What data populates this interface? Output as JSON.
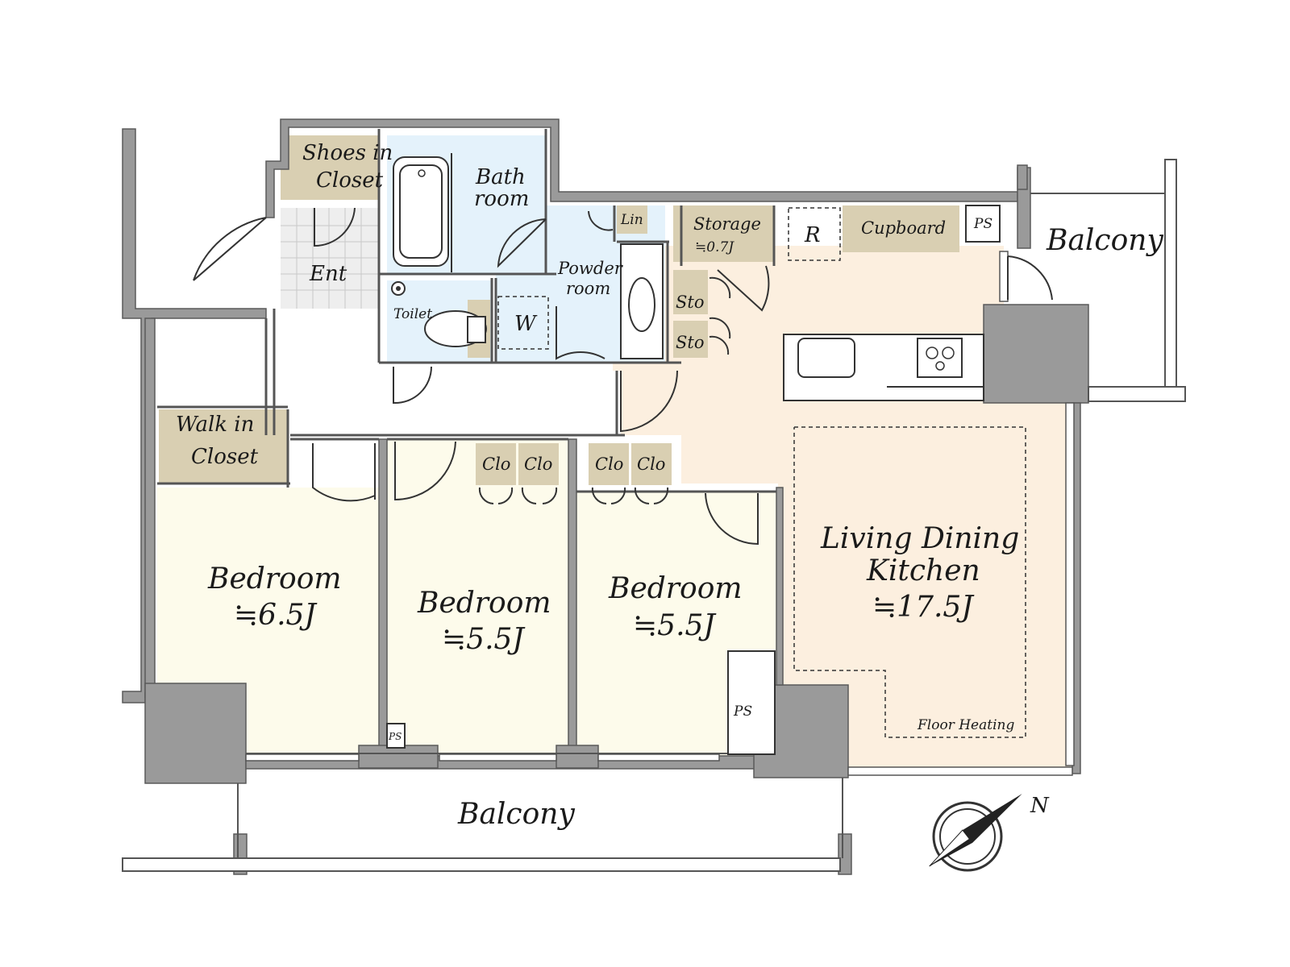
{
  "rooms": {
    "shoes_closet": [
      "Shoes in",
      "Closet"
    ],
    "bath": [
      "Bath",
      "room"
    ],
    "lin": "Lin",
    "storage": "Storage",
    "storage_area": "≒0.7J",
    "refrigerator": "R",
    "cupboard": "Cupboard",
    "ps_kitchen": "PS",
    "balcony_east": "Balcony",
    "entrance": "Ent",
    "powder": [
      "Powder",
      "room"
    ],
    "sto_1": "Sto",
    "sto_2": "Sto",
    "toilet": "Toilet",
    "washer": "W",
    "walk_in_closet": [
      "Walk in",
      "Closet"
    ],
    "clo_1": "Clo",
    "clo_2": "Clo",
    "clo_3": "Clo",
    "clo_4": "Clo",
    "bedroom_1": {
      "name": "Bedroom",
      "area": "≒6.5J"
    },
    "bedroom_2": {
      "name": "Bedroom",
      "area": "≒5.5J"
    },
    "bedroom_3": {
      "name": "Bedroom",
      "area": "≒5.5J"
    },
    "ldk": {
      "name_line1": "Living Dining",
      "name_line2": "Kitchen",
      "area": "≒17.5J"
    },
    "floor_heating": "Floor Heating",
    "ps_bedroom": "PS",
    "ps_middle": "PS",
    "balcony_south": "Balcony"
  },
  "compass": {
    "label": "N"
  },
  "colors": {
    "wall": "#9a9a9a",
    "bedroom": "#fdfbeb",
    "ldk": "#fcefdf",
    "wet_area": "#e4f2fb",
    "closet": "#d9cfb2",
    "entrance_tile": "#eeeeee"
  }
}
